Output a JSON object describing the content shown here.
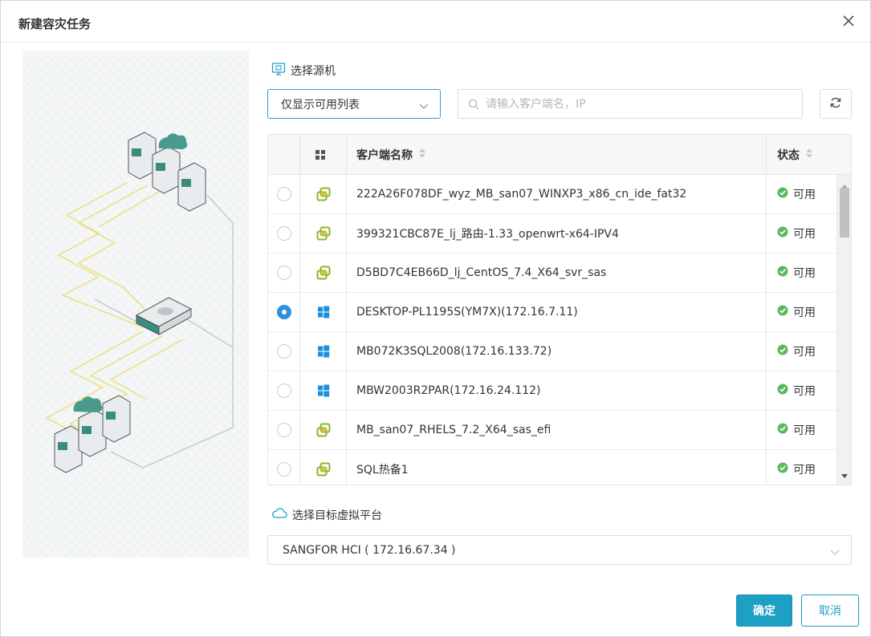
{
  "dialog": {
    "title": "新建容灾任务"
  },
  "source_section": {
    "label": "选择源机",
    "filter_value": "仅显示可用列表",
    "search_placeholder": "请输入客户端名，IP"
  },
  "table": {
    "headers": {
      "name": "客户端名称",
      "status": "状态"
    },
    "rows": [
      {
        "name": "222A26F078DF_wyz_MB_san07_WINXP3_x86_cn_ide_fat32",
        "os": "vmware-icon",
        "status": "可用",
        "selected": false
      },
      {
        "name": "399321CBC87E_lj_路由-1.33_openwrt-x64-IPV4",
        "os": "vmware-icon",
        "status": "可用",
        "selected": false
      },
      {
        "name": "D5BD7C4EB66D_lj_CentOS_7.4_X64_svr_sas",
        "os": "vmware-icon",
        "status": "可用",
        "selected": false
      },
      {
        "name": "DESKTOP-PL1195S(YM7X)(172.16.7.11)",
        "os": "windows-icon",
        "status": "可用",
        "selected": true
      },
      {
        "name": "MB072K3SQL2008(172.16.133.72)",
        "os": "windows-icon",
        "status": "可用",
        "selected": false
      },
      {
        "name": "MBW2003R2PAR(172.16.24.112)",
        "os": "windows-icon",
        "status": "可用",
        "selected": false
      },
      {
        "name": "MB_san07_RHELS_7.2_X64_sas_efi",
        "os": "vmware-icon",
        "status": "可用",
        "selected": false
      },
      {
        "name": "SQL热备1",
        "os": "vmware-icon",
        "status": "可用",
        "selected": false
      }
    ]
  },
  "target_section": {
    "label": "选择目标虚拟平台",
    "value": "SANGFOR HCI ( 172.16.67.34 )"
  },
  "buttons": {
    "confirm": "确定",
    "cancel": "取消"
  },
  "colors": {
    "accent": "#1e9fc4",
    "selected_radio": "#2d8fe0",
    "status_ok": "#5cb85c",
    "windows": "#1e8fe0",
    "vmware": "#8ab52b"
  }
}
